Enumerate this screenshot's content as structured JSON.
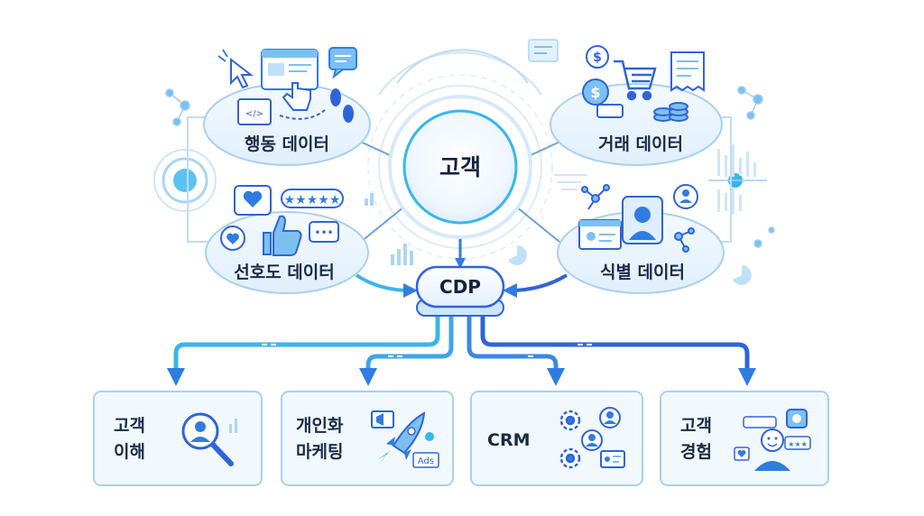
{
  "center": {
    "label": "고객"
  },
  "hub": {
    "label": "CDP"
  },
  "sources": [
    {
      "label": "행동 데이터"
    },
    {
      "label": "거래 데이터"
    },
    {
      "label": "선호도 데이터"
    },
    {
      "label": "식별 데이터"
    }
  ],
  "outputs": [
    {
      "line1": "고객",
      "line2": "이해"
    },
    {
      "line1": "개인화",
      "line2": "마케팅"
    },
    {
      "line1": "CRM",
      "line2": ""
    },
    {
      "line1": "고객",
      "line2": "경험"
    }
  ],
  "badges": {
    "ads": "Ads"
  },
  "colors": {
    "primary": "#2f7de0",
    "accent": "#36b6ee",
    "ink": "#1b2a44",
    "panel": "#e8f3fd",
    "border": "#a9d0f1"
  }
}
